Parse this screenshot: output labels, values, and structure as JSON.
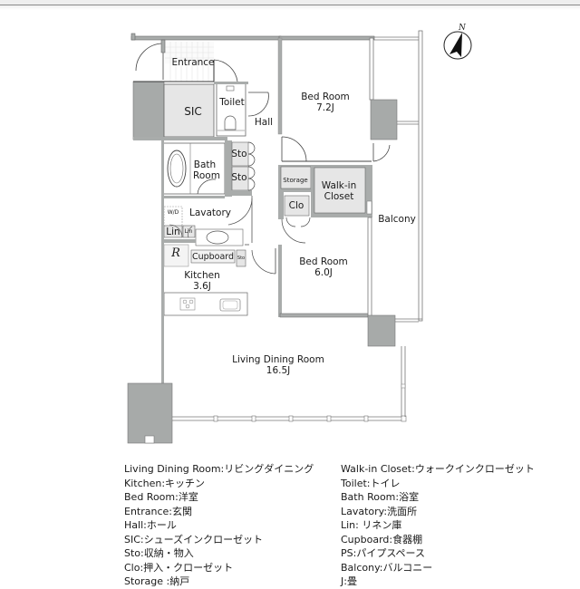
{
  "plan": {
    "compass": {
      "label": "N"
    },
    "rooms": {
      "entrance": {
        "name": "Entrance"
      },
      "sic": {
        "name": "SIC"
      },
      "toilet": {
        "name": "Toilet"
      },
      "hall": {
        "name": "Hall"
      },
      "bedroom1": {
        "name": "Bed Room",
        "size": "7.2J"
      },
      "bath": {
        "name_line1": "Bath",
        "name_line2": "Room"
      },
      "sto1": {
        "name": "Sto"
      },
      "sto2": {
        "name": "Sto"
      },
      "storage": {
        "name": "Storage"
      },
      "walkin": {
        "name_line1": "Walk-in",
        "name_line2": "Closet"
      },
      "clo": {
        "name": "Clo"
      },
      "lavatory": {
        "name": "Lavatory"
      },
      "wd": {
        "name": "W/D"
      },
      "lin1": {
        "name": "Lin"
      },
      "lin2": {
        "name": "Lin"
      },
      "refrigerator": {
        "name": "R"
      },
      "cupboard": {
        "name": "Cupboard"
      },
      "sto3": {
        "name": "Sto"
      },
      "kitchen": {
        "name": "Kitchen",
        "size": "3.6J"
      },
      "bedroom2": {
        "name": "Bed Room",
        "size": "6.0J"
      },
      "balcony": {
        "name": "Balcony"
      },
      "living": {
        "name": "Living Dining Room",
        "size": "16.5J"
      }
    }
  },
  "legend": {
    "left": [
      "Living Dining Room:リビングダイニング",
      "Kitchen:キッチン",
      "Bed Room:洋室",
      "Entrance:玄関",
      "Hall:ホール",
      "SIC:シューズインクローゼット",
      "Sto:収納・物入",
      "Clo:押入・クローゼット",
      "Storage :納戸"
    ],
    "right": [
      "Walk-in Closet:ウォークインクローゼット",
      "Toilet:トイレ",
      "Bath Room:浴室",
      "Lavatory:洗面所",
      "Lin: リネン庫",
      "Cupboard:食器棚",
      "PS:パイプスペース",
      "Balcony:バルコニー",
      "J:畳"
    ]
  },
  "colors": {
    "wall": "#a9acab",
    "wall_line": "#555555",
    "column": "#a7aaa9",
    "bg": "#ffffff",
    "floor_light": "#e6e6e6"
  }
}
